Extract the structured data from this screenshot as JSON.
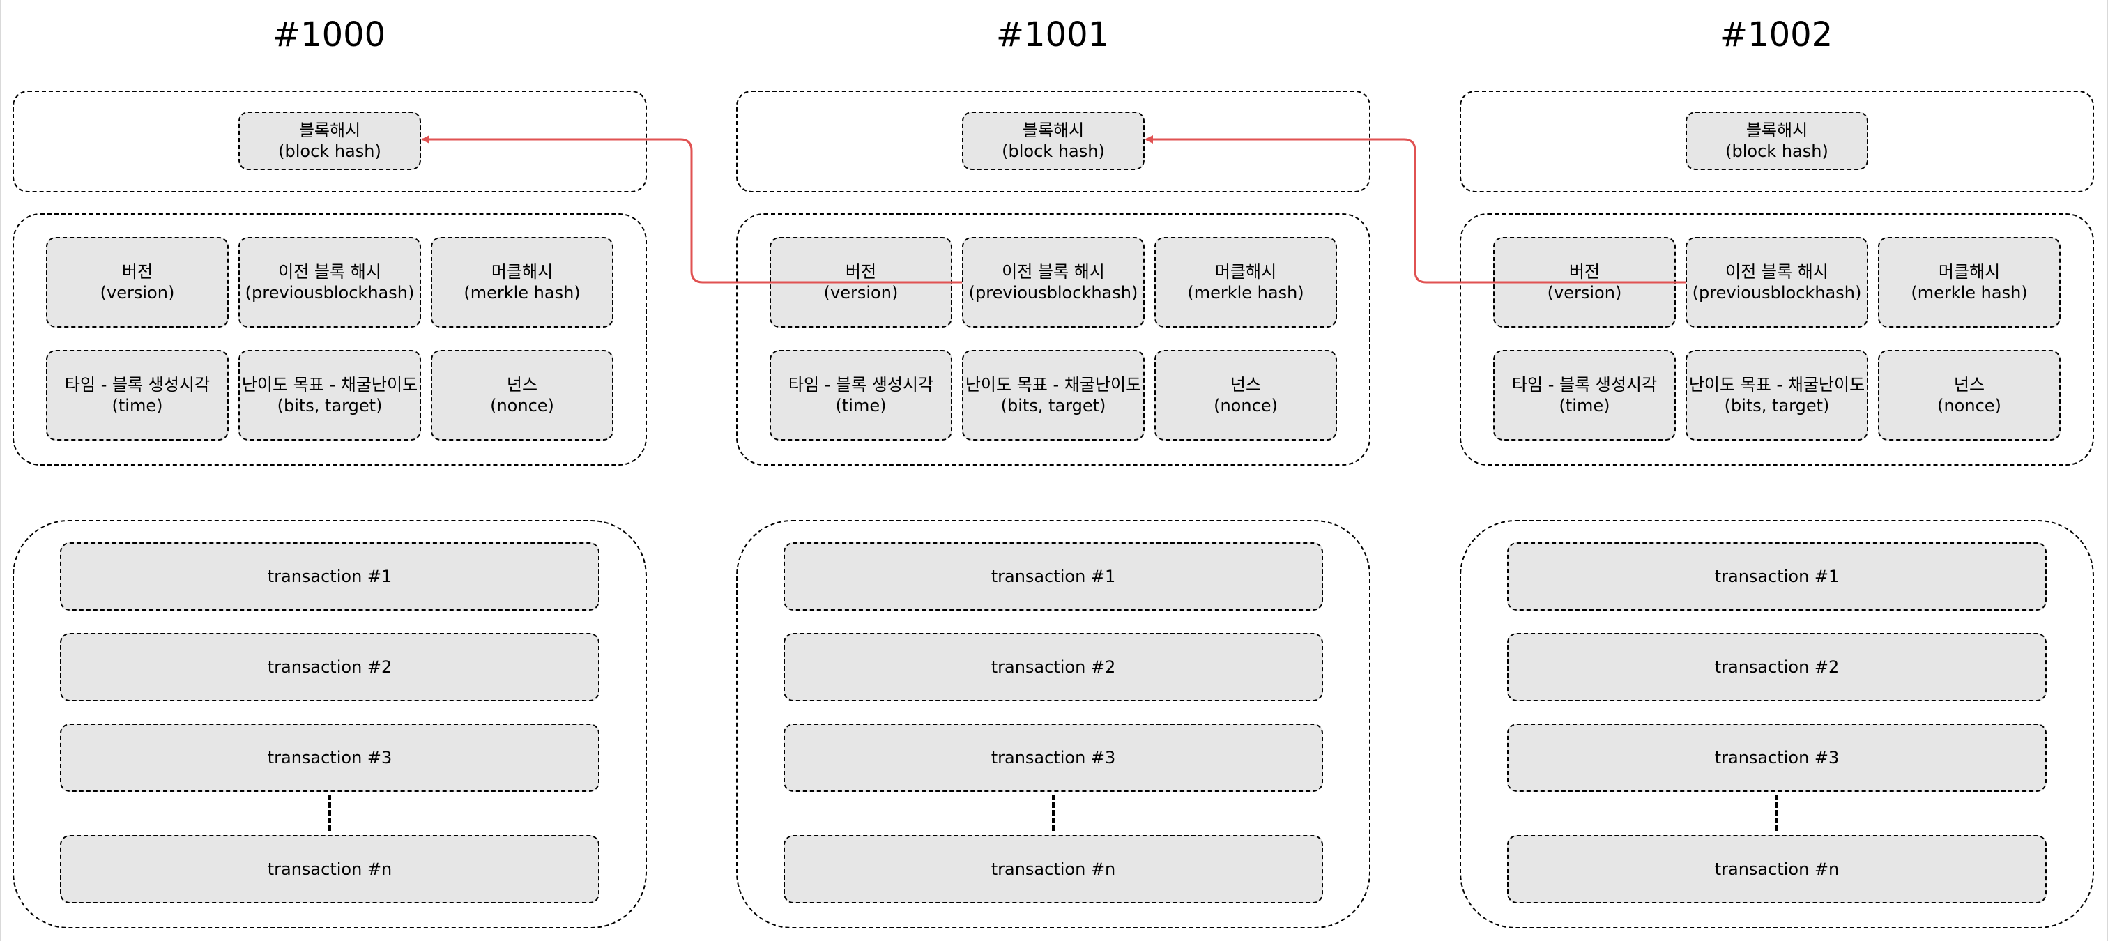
{
  "blocks": [
    {
      "title": "#1000",
      "block_hash": "블록해시\n(block hash)",
      "header": {
        "version": "버전\n(version)",
        "previous_hash": "이전 블록 해시\n(previousblockhash)",
        "merkle": "머클해시\n(merkle hash)",
        "time": "타임 - 블록 생성시각\n(time)",
        "bits": "난이도 목표 - 채굴난이도\n(bits, target)",
        "nonce": "넌스\n(nonce)"
      },
      "transactions": [
        "transaction #1",
        "transaction #2",
        "transaction #3",
        "transaction #n"
      ]
    },
    {
      "title": "#1001",
      "block_hash": "블록해시\n(block hash)",
      "header": {
        "version": "버전\n(version)",
        "previous_hash": "이전 블록 해시\n(previousblockhash)",
        "merkle": "머클해시\n(merkle hash)",
        "time": "타임 - 블록 생성시각\n(time)",
        "bits": "난이도 목표 - 채굴난이도\n(bits, target)",
        "nonce": "넌스\n(nonce)"
      },
      "transactions": [
        "transaction #1",
        "transaction #2",
        "transaction #3",
        "transaction #n"
      ]
    },
    {
      "title": "#1002",
      "block_hash": "블록해시\n(block hash)",
      "header": {
        "version": "버전\n(version)",
        "previous_hash": "이전 블록 해시\n(previousblockhash)",
        "merkle": "머클해시\n(merkle hash)",
        "time": "타임 - 블록 생성시각\n(time)",
        "bits": "난이도 목표 - 채굴난이도\n(bits, target)",
        "nonce": "넌스\n(nonce)"
      },
      "transactions": [
        "transaction #1",
        "transaction #2",
        "transaction #3",
        "transaction #n"
      ]
    }
  ],
  "colors": {
    "link_arrow": "#e05252",
    "cell_fill": "#e6e6e6",
    "border": "#000000"
  }
}
